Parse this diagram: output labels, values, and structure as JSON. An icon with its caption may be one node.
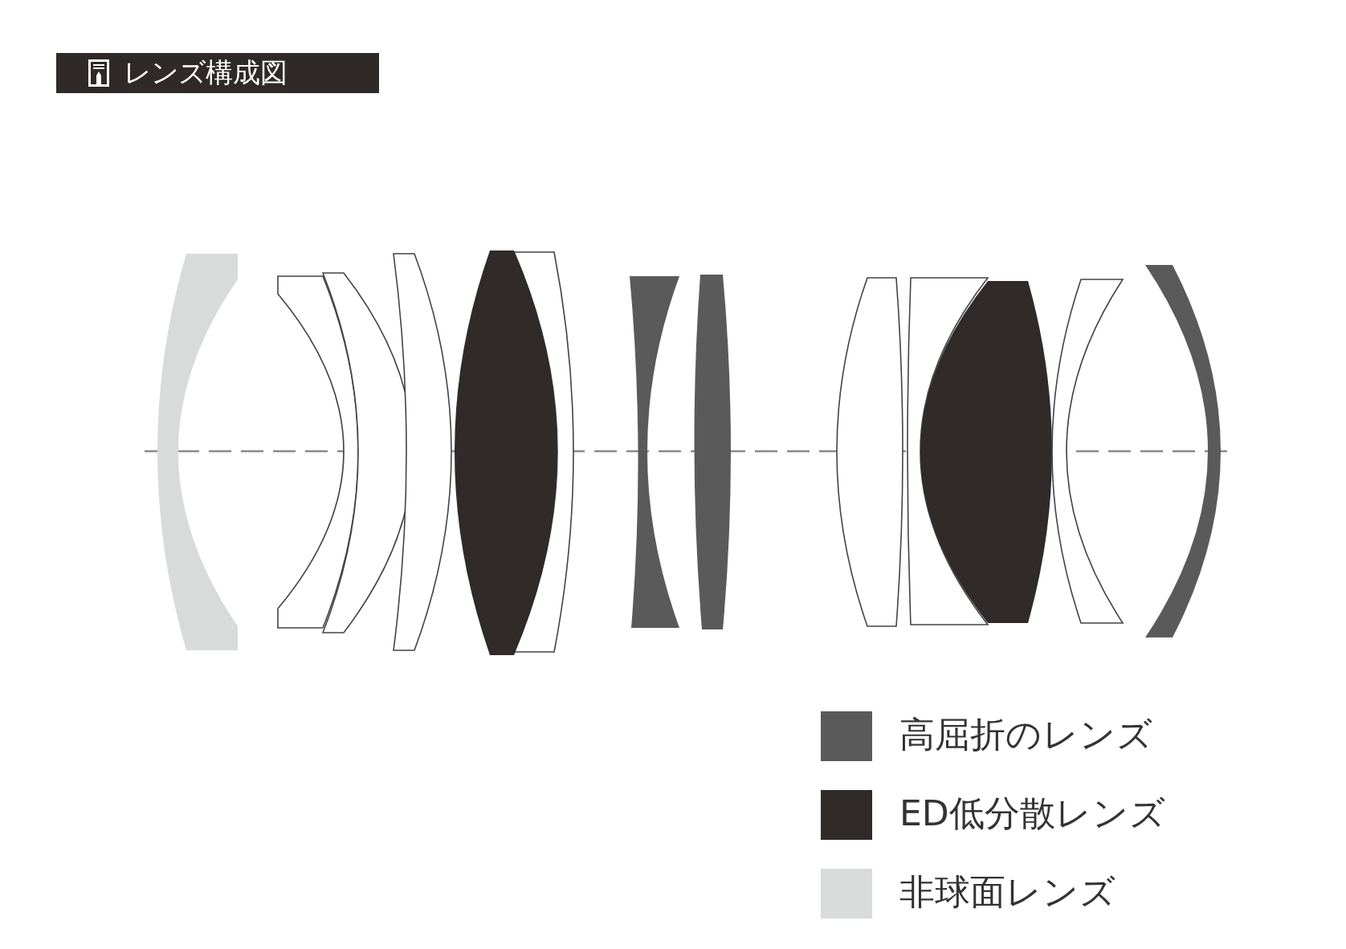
{
  "diagram": {
    "title": "レンズ構成図",
    "legend": [
      {
        "text": "高屈折のレンズ",
        "color": "#5a5a5a"
      },
      {
        "text": "ED低分散レンズ",
        "color": "#302a29"
      },
      {
        "text": "非球面レンズ",
        "color": "#d9dbda"
      }
    ]
  }
}
